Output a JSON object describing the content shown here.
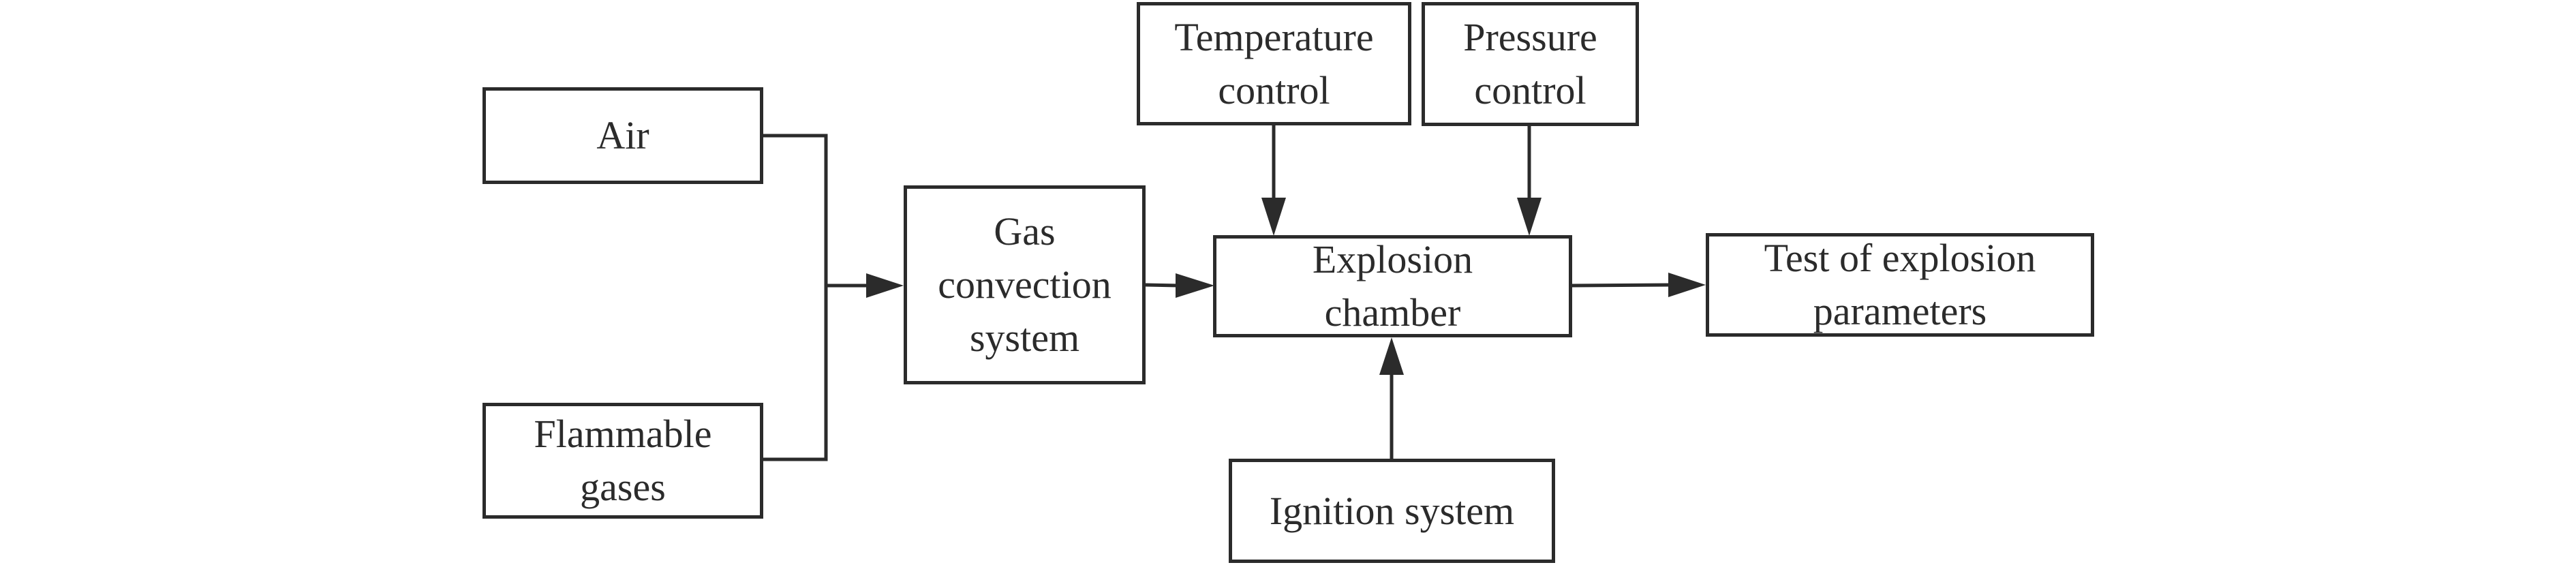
{
  "diagram": {
    "type": "flowchart",
    "stroke_color": "#2b2b2b",
    "background_color": "#ffffff",
    "nodes": {
      "air": {
        "lines": [
          "Air"
        ]
      },
      "flammable": {
        "lines": [
          "Flammable",
          "gases"
        ]
      },
      "gas": {
        "lines": [
          "Gas",
          "convection",
          "system"
        ]
      },
      "temperature": {
        "lines": [
          "Temperature",
          "control"
        ]
      },
      "pressure": {
        "lines": [
          "Pressure",
          "control"
        ]
      },
      "chamber": {
        "lines": [
          "Explosion",
          "chamber"
        ]
      },
      "test": {
        "lines": [
          "Test of explosion",
          "parameters"
        ]
      },
      "ignition": {
        "lines": [
          "Ignition system"
        ]
      }
    },
    "edges": [
      {
        "from": "air",
        "to": "gas",
        "via": "merge-bus"
      },
      {
        "from": "flammable",
        "to": "gas",
        "via": "merge-bus"
      },
      {
        "from": "gas",
        "to": "chamber"
      },
      {
        "from": "temperature",
        "to": "chamber"
      },
      {
        "from": "pressure",
        "to": "chamber"
      },
      {
        "from": "ignition",
        "to": "chamber"
      },
      {
        "from": "chamber",
        "to": "test"
      }
    ]
  }
}
